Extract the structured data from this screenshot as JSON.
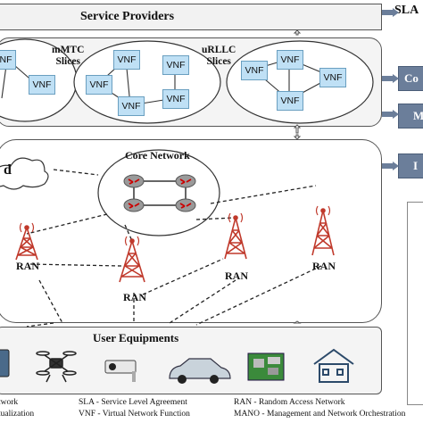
{
  "top": {
    "service_providers": "Service Providers",
    "sla": "SLA"
  },
  "slices": {
    "mmtc": "mMTC\nSlices",
    "urllc": "uRLLC\nSlices",
    "vnf": "VNF"
  },
  "core": {
    "label": "Core Network",
    "cloud_partial": "d"
  },
  "ran": {
    "label": "RAN"
  },
  "ue": {
    "title": "User Equipments"
  },
  "side": {
    "box1": "Co",
    "box2": "M",
    "box3": "I"
  },
  "legend": {
    "left1": "twork",
    "left2": "tualization",
    "sla": "SLA - Service Level  Agreement",
    "vnf": "VNF - Virtual Network Function",
    "ran": "RAN - Random Access Network",
    "mano": "MANO - Management and Network Orchestration"
  }
}
